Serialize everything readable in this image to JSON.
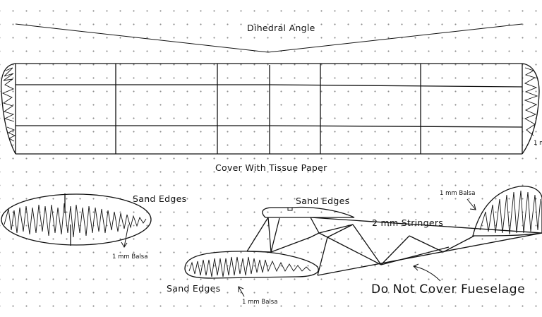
{
  "labels": {
    "dihedral_angle": "Dihedral Angle",
    "cover_tissue": "Cover With Tissue Paper",
    "sand_edges_tail": "Sand Edges",
    "sand_edges_cockpit": "Sand Edges",
    "sand_edges_nose": "Sand Edges",
    "balsa_tail": "1 mm Balsa",
    "balsa_rudder": "1 mm Balsa",
    "balsa_nose": "1 mm Balsa",
    "balsa_wing_right": "1 m",
    "stringers": "2 mm Stringers",
    "do_not_cover": "Do Not Cover Fueselage"
  }
}
